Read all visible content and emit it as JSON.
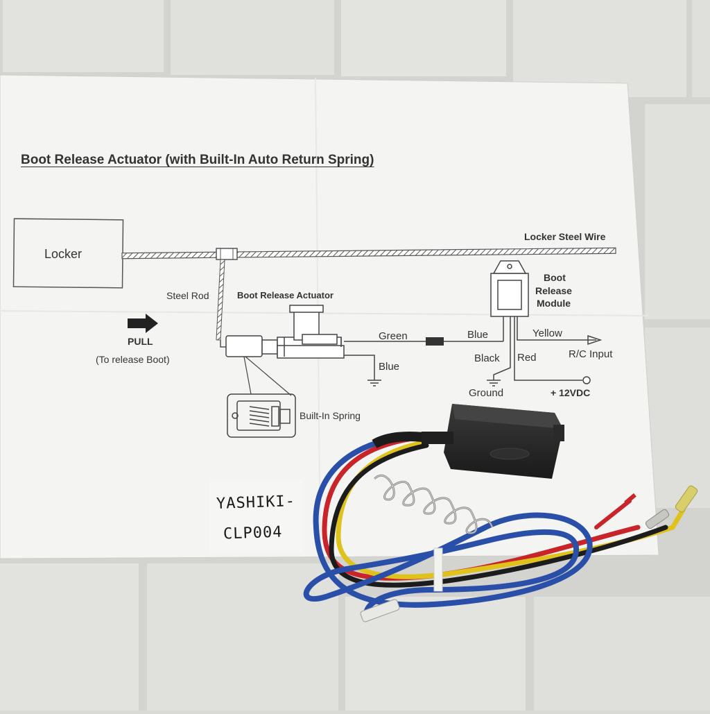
{
  "diagram": {
    "title": "Boot Release Actuator (with Built-In Auto Return Spring)",
    "labels": {
      "locker": "Locker",
      "locker_steel_wire": "Locker Steel Wire",
      "steel_rod": "Steel Rod",
      "boot_release_actuator": "Boot Release Actuator",
      "boot_release_module_1": "Boot",
      "boot_release_module_2": "Release",
      "boot_release_module_3": "Module",
      "pull": "PULL",
      "pull_note": "(To release Boot)",
      "green": "Green",
      "blue_actuator": "Blue",
      "blue_module": "Blue",
      "yellow": "Yellow",
      "rc_input": "R/C Input",
      "black": "Black",
      "red": "Red",
      "ground": "Ground",
      "plus_12vdc": "+ 12VDC",
      "built_in_spring": "Built-In Spring"
    }
  },
  "product_label": {
    "line1": "YASHIKI-",
    "line2": "CLP004"
  },
  "colors": {
    "wire_blue": "#2a4fa8",
    "wire_red": "#c8242a",
    "wire_yellow": "#e0c21c",
    "wire_black": "#1c1c1c",
    "module_body": "#262626",
    "background_tiles": "#dcdcd9",
    "paper": "#f4f4f2"
  }
}
